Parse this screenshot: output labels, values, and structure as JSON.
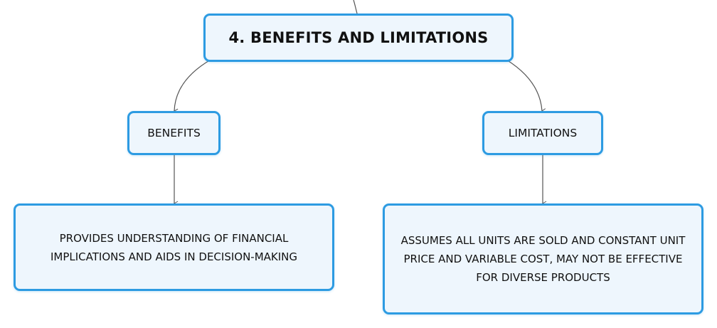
{
  "diagram": {
    "main_node": {
      "label": "4. BENEFITS AND LIMITATIONS"
    },
    "branches": [
      {
        "label": "BENEFITS",
        "detail": "PROVIDES UNDERSTANDING OF FINANCIAL IMPLICATIONS AND AIDS IN DECISION-MAKING"
      },
      {
        "label": "LIMITATIONS",
        "detail": "ASSUMES ALL UNITS ARE SOLD AND CONSTANT UNIT PRICE AND VARIABLE COST, MAY NOT BE EFFECTIVE FOR DIVERSE PRODUCTS"
      }
    ],
    "colors": {
      "node_border": "#2d9be2",
      "node_fill": "#eef6fd",
      "connector": "#555555",
      "text": "#111111"
    }
  }
}
